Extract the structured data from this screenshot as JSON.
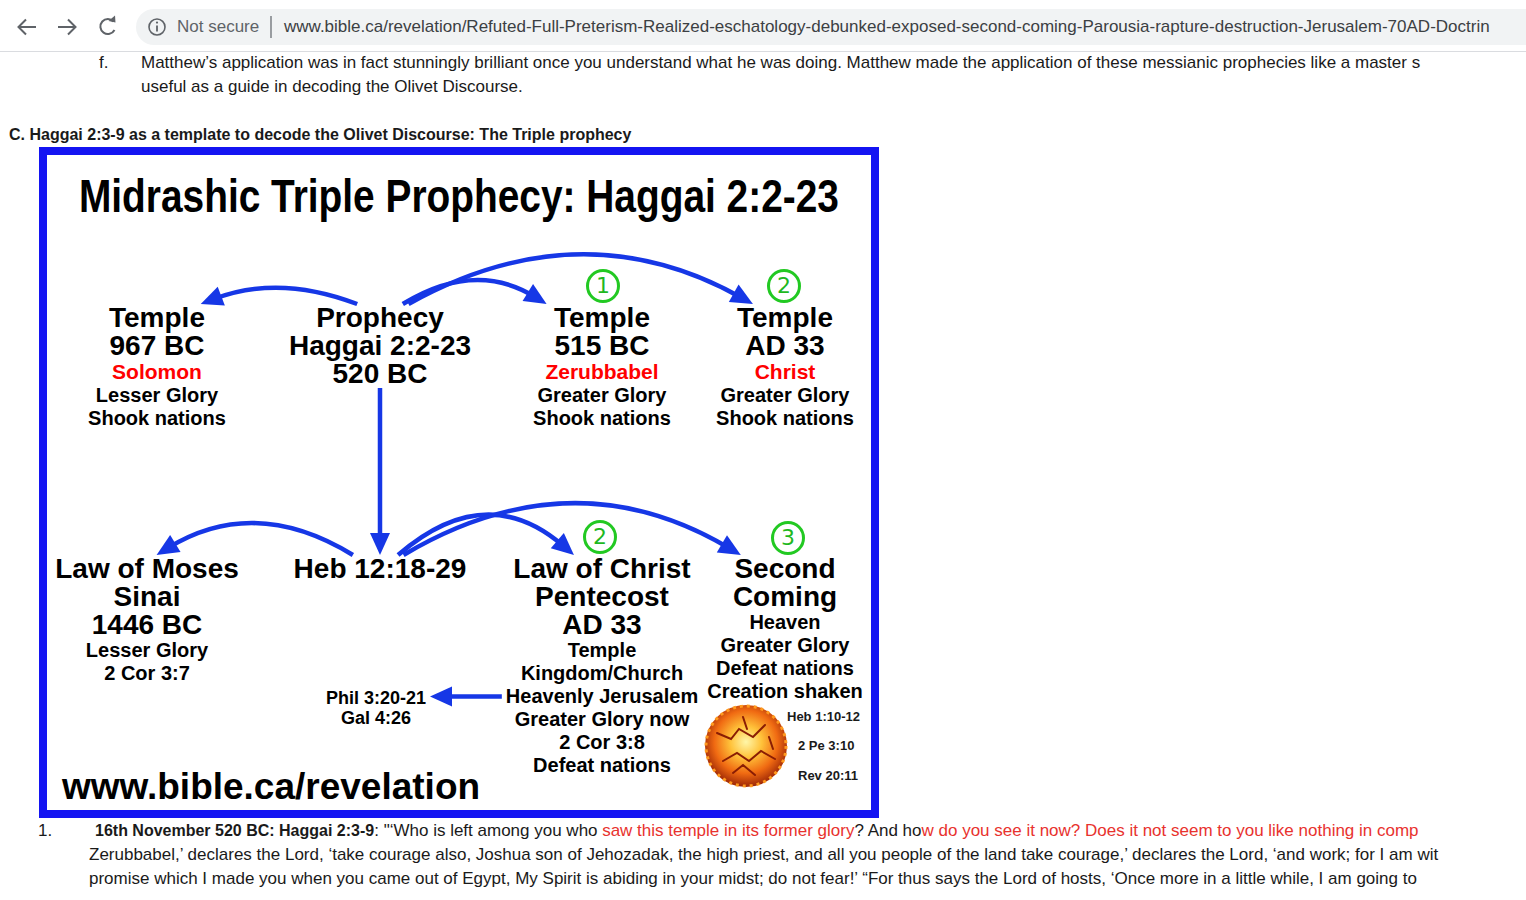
{
  "diagram": {
    "title": "Midrashic Triple Prophecy: Haggai 2:2-23",
    "nodes": [
      {
        "text": [
          "www.bible.ca/revelation"
        ]
      },
      {
        "text": [
          "Temple",
          "967 BC",
          "Solomon",
          "Lesser Glory",
          "Shook nations"
        ],
        "in": 0
      },
      {
        "text": [
          "Prophecy",
          "Haggai 2:2-23",
          "520 BC"
        ],
        "in": 0
      },
      {
        "text": [
          "1"
        ],
        "in": 0
      },
      {
        "text": [
          "Temple",
          "515 BC",
          "Zerubbabel",
          "Greater Glory",
          "Shook nations"
        ],
        "in": 0
      },
      {
        "text": [
          "2"
        ],
        "in": 0
      },
      {
        "text": [
          "Temple",
          "AD 33",
          "Christ",
          "Greater Glory",
          "Shook nations"
        ],
        "in": 0
      },
      {
        "text": [
          "Law of Moses",
          "Sinai",
          "1446 BC",
          "Lesser Glory",
          "2 Cor 3:7"
        ],
        "in": 0
      },
      {
        "text": [
          "Heb 12:18-29"
        ],
        "in": 0
      },
      {
        "text": [
          "2"
        ],
        "in": 0
      },
      {
        "text": [
          "Law of Christ",
          "Pentecost",
          "AD 33",
          "Temple",
          "Kingdom/Church",
          "Heavenly Jerusalem",
          "Greater Glory now",
          "2 Cor 3:8",
          "Defeat nations"
        ],
        "in": 0
      },
      {
        "text": [
          "3"
        ],
        "in": 0
      },
      {
        "text": [
          "Second",
          "Coming",
          "Heaven",
          "Greater Glory",
          "Defeat nations",
          "Creation shaken"
        ],
        "in": 0
      },
      {
        "text": [
          "Phil 3:20-21",
          "Gal 4:26"
        ],
        "in": 0
      }
    ],
    "edges": [
      {
        "from": 2,
        "to": 1,
        "arrow": "to"
      },
      {
        "from": 2,
        "to": 4,
        "arrow": "to"
      },
      {
        "from": 2,
        "to": 6,
        "arrow": "to"
      },
      {
        "from": 2,
        "to": 8,
        "arrow": "to"
      },
      {
        "from": 8,
        "to": 7,
        "arrow": "to"
      },
      {
        "from": 8,
        "to": 10,
        "arrow": "to"
      },
      {
        "from": 8,
        "to": 12,
        "arrow": "to"
      },
      {
        "from": 10,
        "to": 13,
        "arrow": "to"
      }
    ],
    "labels": [
      "Not secure",
      "www.bible.ca/revelation/Refuted-Full-Preterism-Realized-eschatology-debunked-exposed-second-coming-Parousia-rapture-destruction-Jerusalem-70AD-Doctrin",
      "f.",
      "Matthew’s application was in fact stunningly brilliant once you understand what he was doing. Matthew made the application of these messianic prophecies like a master s",
      "useful as a guide in decoding the Olivet Discourse.",
      "C. Haggai 2:3-9 as a template to decode the Olivet Discourse: The Triple prophecy",
      "Heb 1:10-12",
      "2 Pe 3:10",
      "Rev 20:11",
      "1.",
      "16th November 520 BC: Haggai 2:3-9",
      ": \"‘Who is left among you who",
      "saw this temple in its former glory",
      "? And ho",
      "w do you see it now? Does it not seem to you like nothing in comp",
      "Zerubbabel,’ declares the Lord, ‘take courage also, Joshua son of Jehozadak, the high priest, and all you people of the land take courage,’ declares the Lord, ‘and work; for I am wit",
      "promise which I made you when you came out of Egypt, My Spirit is abiding in your midst; do not fear!’ “For thus says the Lord of hosts, ‘Once more in a little while, I am going to"
    ]
  }
}
